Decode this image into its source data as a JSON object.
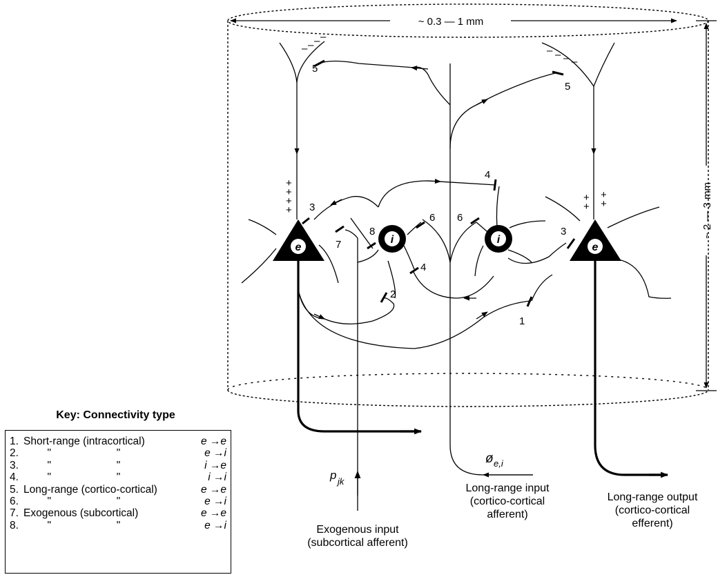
{
  "dimensions": {
    "width_label": "~ 0.3 — 1 mm",
    "height_label": "~ 2 — 3 mm"
  },
  "neurons": {
    "excitatory": "e",
    "inhibitory": "i"
  },
  "charges": {
    "positive": "+",
    "negative": "–"
  },
  "synapse_numbers": {
    "n1": "1",
    "n2": "2",
    "n3_left": "3",
    "n3_right": "3",
    "n4_top": "4",
    "n4_mid": "4",
    "n5_left": "5",
    "n5_right": "5",
    "n6_left": "6",
    "n6_right": "6",
    "n7": "7",
    "n8": "8"
  },
  "signals": {
    "p_main": "p",
    "p_sub": "jk",
    "phi_main": "ø",
    "phi_sub": "e,i"
  },
  "captions": {
    "exogenous": [
      "Exogenous input",
      "(subcortical afferent)"
    ],
    "long_input": [
      "Long-range input",
      "(cortico-cortical",
      "afferent)"
    ],
    "long_output": [
      "Long-range output",
      "(cortico-cortical",
      "efferent)"
    ]
  },
  "key": {
    "title": "Key: Connectivity type",
    "rows": [
      {
        "num": "1.",
        "text": "Short-range (intracortical)",
        "type": "e →e"
      },
      {
        "num": "2.",
        "text": "        \"                      \"",
        "type": "e →i"
      },
      {
        "num": "3.",
        "text": "        \"                      \"",
        "type": "i →e"
      },
      {
        "num": "4.",
        "text": "        \"                      \"",
        "type": "i  →i"
      },
      {
        "num": "5.",
        "text": "Long-range (cortico-cortical)",
        "type": "e →e"
      },
      {
        "num": "6.",
        "text": "        \"                      \"",
        "type": "e →i"
      },
      {
        "num": "7.",
        "text": "Exogenous (subcortical)",
        "type": "e →e"
      },
      {
        "num": "8.",
        "text": "        \"                      \"",
        "type": "e →i"
      }
    ]
  }
}
